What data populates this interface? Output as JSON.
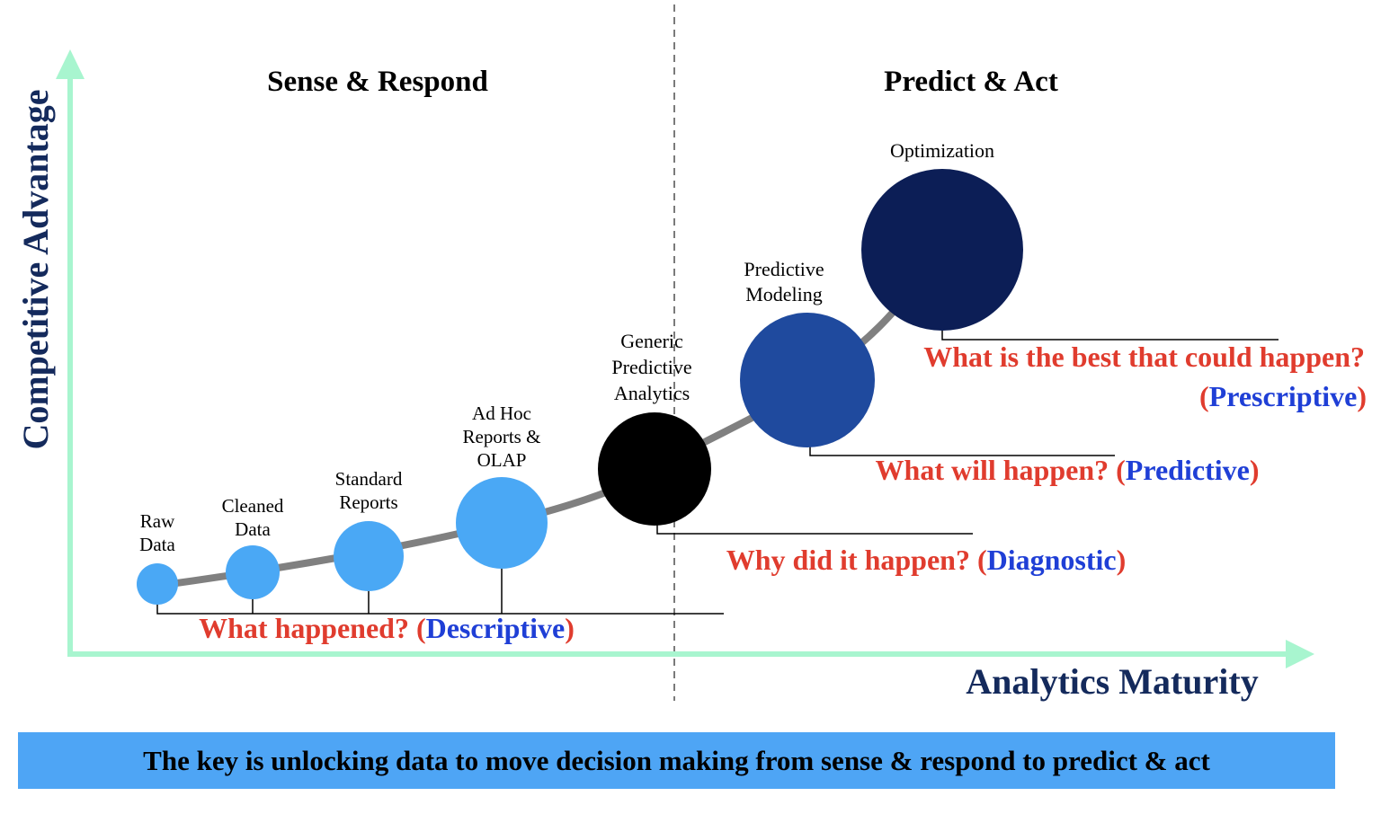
{
  "regions": {
    "left": "Sense & Respond",
    "right": "Predict & Act"
  },
  "axes": {
    "y_label": "Competitive Advantage",
    "x_label": "Analytics Maturity"
  },
  "stages": [
    {
      "id": "raw-data",
      "lines": [
        "Raw",
        "Data"
      ],
      "color": "#4aa8f5"
    },
    {
      "id": "cleaned-data",
      "lines": [
        "Cleaned",
        "Data"
      ],
      "color": "#4aa8f5"
    },
    {
      "id": "standard-reports",
      "lines": [
        "Standard",
        "Reports"
      ],
      "color": "#4aa8f5"
    },
    {
      "id": "ad-hoc-reports",
      "lines": [
        "Ad Hoc",
        "Reports &",
        "OLAP"
      ],
      "color": "#4aa8f5"
    },
    {
      "id": "generic-predictive",
      "lines": [
        "Generic",
        "Predictive",
        "Analytics"
      ],
      "color": "#000000"
    },
    {
      "id": "predictive-modeling",
      "lines": [
        "Predictive",
        "Modeling"
      ],
      "color": "#1f4a9e"
    },
    {
      "id": "optimization",
      "lines": [
        "Optimization"
      ],
      "color": "#0c1e56"
    }
  ],
  "questions": [
    {
      "id": "descriptive",
      "question": "What happened?",
      "open": " (",
      "type": "Descriptive",
      "close": ")"
    },
    {
      "id": "diagnostic",
      "question": "Why did it happen?",
      "open": " (",
      "type": "Diagnostic",
      "close": ")"
    },
    {
      "id": "predictive",
      "question": "What will happen?",
      "open": " (",
      "type": "Predictive",
      "close": ")"
    },
    {
      "id": "prescriptive",
      "question": "What is the best that could happen?",
      "open": "(",
      "type": "Prescriptive",
      "close": ")"
    }
  ],
  "colors": {
    "axis": "#a8f5cf",
    "question": "#e03c2e",
    "type": "#1f3fd6",
    "axis_label": "#142a5c",
    "curve": "#808080",
    "banner": "#4ea5f5"
  },
  "footer": {
    "text": "The key is unlocking data to move decision making from sense & respond to predict & act"
  }
}
